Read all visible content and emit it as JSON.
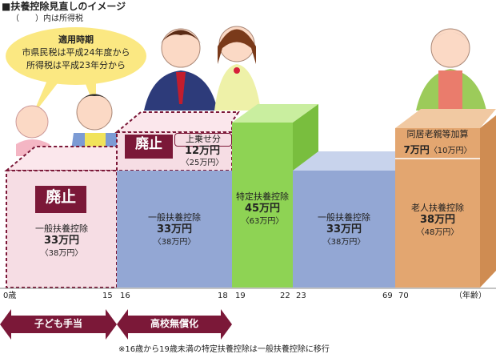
{
  "header": {
    "title": "■扶養控除見直しのイメージ",
    "note": "（　　）内は所得税"
  },
  "callout": {
    "title": "適用時期",
    "line1": "市県民税は平成24年度から",
    "line2": "所得税は平成23年分から"
  },
  "blocks": {
    "child": {
      "abolished": "廃止",
      "name": "一般扶養控除",
      "amount": "33万円",
      "income_tax": "〈38万円〉"
    },
    "surcharge": {
      "abolished": "廃止",
      "name": "上乗せ分",
      "amount": "12万円",
      "income_tax": "〈25万円〉"
    },
    "general_16_18": {
      "name": "一般扶養控除",
      "amount": "33万円",
      "income_tax": "〈38万円〉"
    },
    "specific": {
      "name": "特定扶養控除",
      "amount": "45万円",
      "income_tax": "〈63万円〉"
    },
    "general_23_69": {
      "name": "一般扶養控除",
      "amount": "33万円",
      "income_tax": "〈38万円〉"
    },
    "elderly_cohabiting": {
      "name": "同居老親等加算",
      "amount": "7万円",
      "income_tax": "〈10万円〉"
    },
    "elderly": {
      "name": "老人扶養控除",
      "amount": "38万円",
      "income_tax": "〈48万円〉"
    }
  },
  "axis": {
    "ticks": [
      "0歳",
      "15",
      "16",
      "18",
      "19",
      "22",
      "23",
      "69",
      "70"
    ],
    "unit": "（年齢）"
  },
  "arrows": {
    "child_allowance": "子ども手当",
    "tuition_free": "高校無償化"
  },
  "footnote": "※16歳から19歳未満の特定扶養控除は一般扶養控除に移行",
  "colors": {
    "pink": "#f6dde4",
    "blue": "#93a7d4",
    "green": "#8ed354",
    "orange": "#e3a670",
    "maroon": "#7b1838",
    "callout": "#fbe882"
  }
}
